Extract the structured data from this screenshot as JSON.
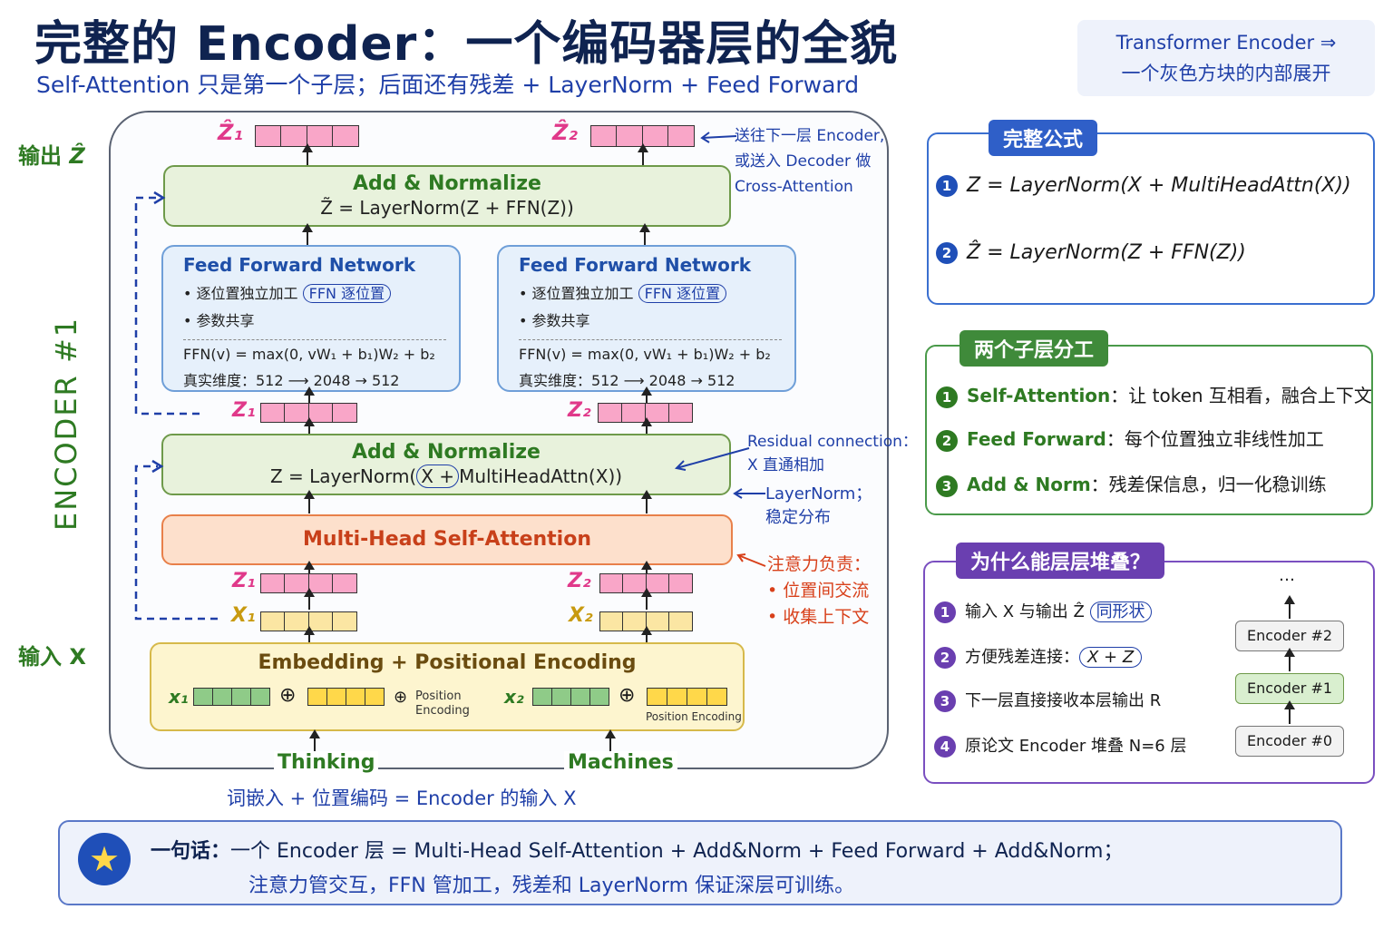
{
  "header": {
    "title": "完整的 Encoder：一个编码器层的全貌",
    "subtitle": "Self-Attention 只是第一个子层；后面还有残差 + LayerNorm + Feed Forward",
    "note_line1": "Transformer Encoder ⇒",
    "note_line2": "一个灰色方块的内部展开"
  },
  "side_labels": {
    "output": "输出",
    "output_sym": "Ẑ",
    "input": "输入 X",
    "encoder": "ENCODER #1"
  },
  "diagram": {
    "out_z1": "Ẑ₁",
    "out_z2": "Ẑ₂",
    "add_norm_top_title": "Add & Normalize",
    "add_norm_top_formula": "Z̃ = LayerNorm(Z + FFN(Z))",
    "ffn_title": "Feed Forward Network",
    "ffn_bullet1": "逐位置独立加工",
    "ffn_tag": "FFN 逐位置",
    "ffn_bullet2": "参数共享",
    "ffn_formula": "FFN(v) = max(0, vW₁ + b₁)W₂ + b₂",
    "ffn_dims": "真实维度：512 ⟶ 2048 → 512",
    "mid_z1": "Z₁",
    "mid_z2": "Z₂",
    "add_norm_mid_title": "Add & Normalize",
    "add_norm_mid_formula_a": "Z = LayerNorm(",
    "add_norm_mid_formula_b": "X +",
    "add_norm_mid_formula_c": "MultiHeadAttn(X))",
    "mhsa": "Multi-Head Self-Attention",
    "low_z1": "Z₁",
    "low_z2": "Z₂",
    "x1": "X₁",
    "x2": "X₂",
    "emb_title": "Embedding + Positional Encoding",
    "emb_x1": "x₁",
    "emb_x2": "x₂",
    "pos_enc_a": "Position\nEncoding",
    "pos_enc_b": "Position Encoding",
    "word1": "Thinking",
    "word2": "Machines",
    "below_caption": "词嵌入 + 位置编码 = Encoder 的输入 X"
  },
  "annotations": {
    "send_next_1": "送往下一层 Encoder,",
    "send_next_2": "或送入 Decoder 做",
    "send_next_3": "Cross-Attention",
    "residual_1": "Residual connection：",
    "residual_2": "X 直通相加",
    "layernorm_1": "LayerNorm；",
    "layernorm_2": "稳定分布",
    "attn_1": "注意力负责：",
    "attn_2": "• 位置间交流",
    "attn_3": "• 收集上下文"
  },
  "panel_formula": {
    "tag": "完整公式",
    "f1": "Z = LayerNorm(X + MultiHeadAttn(X))",
    "f2": "Ẑ = LayerNorm(Z + FFN(Z))"
  },
  "panel_roles": {
    "tag": "两个子层分工",
    "r1_key": "Self-Attention",
    "r1_val": "：让 token 互相看，融合上下文",
    "r2_key": "Feed Forward",
    "r2_val": "：每个位置独立非线性加工",
    "r3_key": "Add & Norm",
    "r3_val": "：残差保信息，归一化稳训练"
  },
  "panel_stack": {
    "tag": "为什么能层层堆叠？",
    "s1_a": "输入 X 与输出 Ẑ",
    "s1_tag": "同形状",
    "s2_a": "方便残差连接：",
    "s2_tag": "X + Z",
    "s3": "下一层直接接收本层输出 R",
    "s4": "原论文 Encoder 堆叠 N=6 层",
    "enc2": "Encoder #2",
    "enc1": "Encoder #1",
    "enc0": "Encoder #0",
    "dots": "…"
  },
  "summary": {
    "lead": "一句话：",
    "line1": "一个 Encoder 层 = Multi-Head Self-Attention + Add&Norm + Feed Forward + Add&Norm；",
    "line2": "注意力管交互，FFN 管加工，残差和 LayerNorm 保证深层可训练。"
  },
  "colors": {
    "title": "#0f2350",
    "accent_blue": "#1f3fa8",
    "green": "#2e7a22",
    "pink_vec": "#f9a6c8",
    "purple": "#6a3fb0"
  }
}
